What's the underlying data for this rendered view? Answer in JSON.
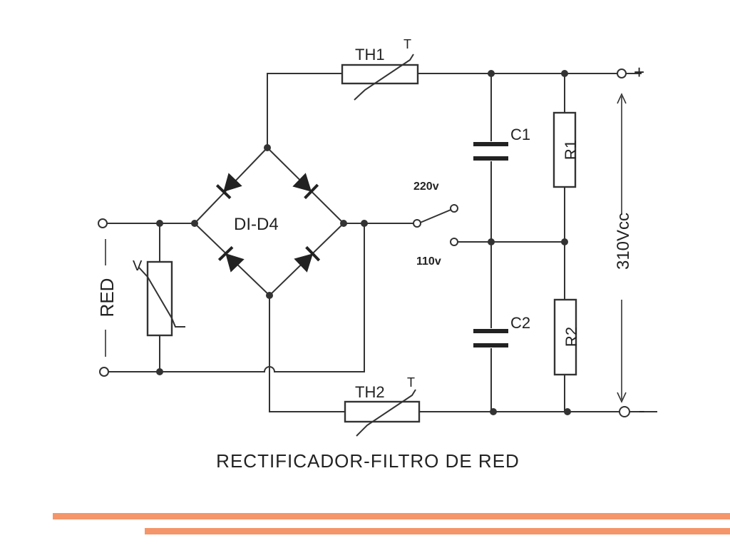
{
  "labels": {
    "th1": "TH1",
    "th1_t": "T",
    "th2": "TH2",
    "th2_t": "T",
    "c1": "C1",
    "c2": "C2",
    "r1": "R1",
    "r2": "R2",
    "bridge": "DI-D4",
    "v220": "220v",
    "v110": "110v",
    "varistor": "V",
    "red": "RED",
    "vcc": "310Vcc",
    "plus": "+",
    "minus": "-"
  },
  "caption": "RECTIFICADOR-FILTRO DE RED",
  "colors": {
    "line": "#333333",
    "accent": "#f4956a"
  }
}
